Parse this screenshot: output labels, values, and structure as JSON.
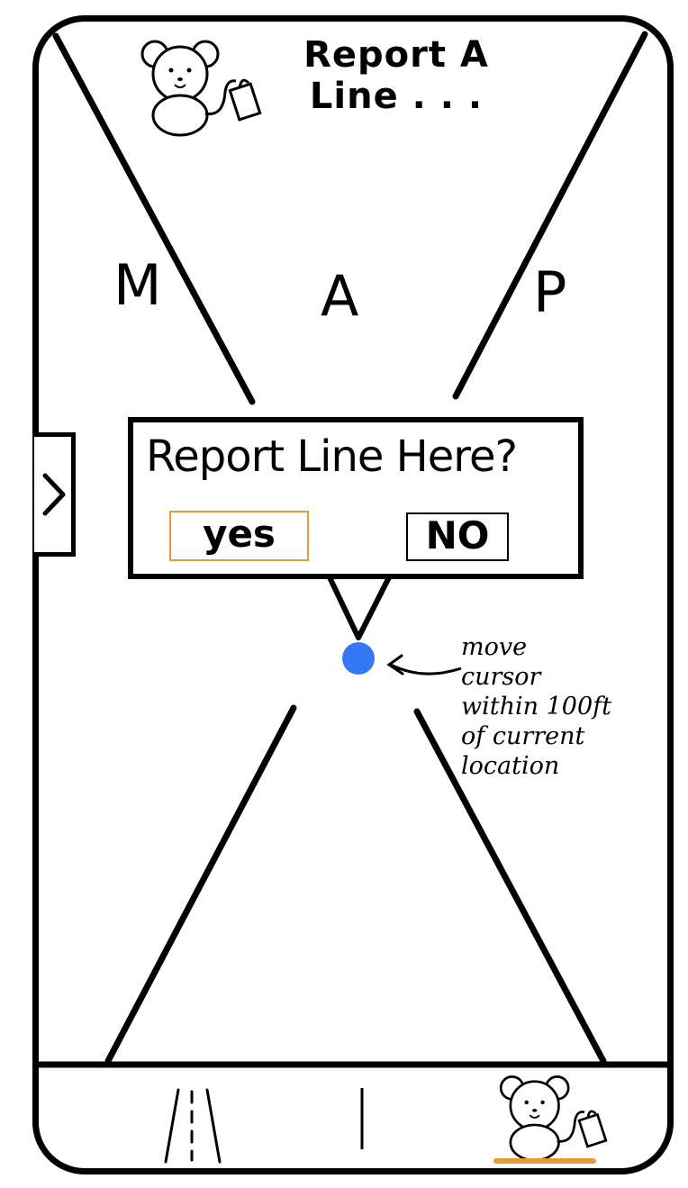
{
  "header": {
    "title_line1": "Report A",
    "title_line2": "Line . . ."
  },
  "map": {
    "letters": [
      "M",
      "A",
      "P"
    ]
  },
  "popup": {
    "question": "Report Line Here?",
    "yes_label": "yes",
    "no_label": "NO"
  },
  "annotation": {
    "lines": [
      "move",
      "cursor",
      "within 100ft",
      "of current",
      "location"
    ]
  },
  "colors": {
    "accent": "#e69a3a",
    "cursor": "#3478f6"
  },
  "icons": {
    "side_toggle": "chevron-right-icon",
    "nav_left": "road-icon",
    "nav_right": "bear-mascot-icon"
  }
}
